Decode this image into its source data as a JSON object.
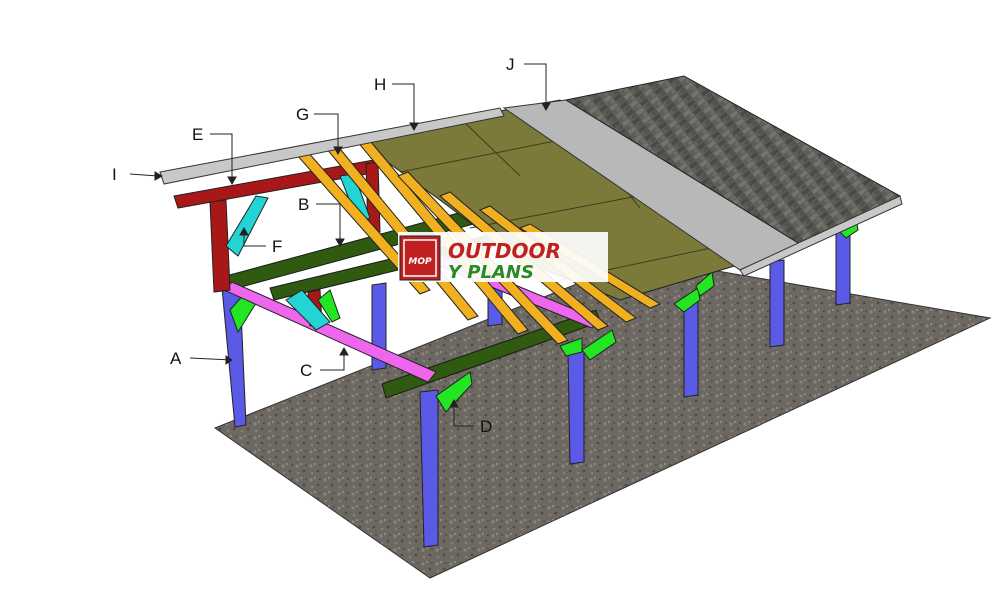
{
  "labels": {
    "A": "A",
    "B": "B",
    "C": "C",
    "D": "D",
    "E": "E",
    "F": "F",
    "G": "G",
    "H": "H",
    "I": "I",
    "J": "J"
  },
  "logo": {
    "badge": "MOP",
    "line1": "OUTDOOR",
    "line2": "Y PLANS"
  },
  "colors": {
    "ground": "#6b6760",
    "post": "#5a5ae6",
    "brace_green": "#22e622",
    "beam_dark_green": "#2f5a10",
    "beam_pink": "#ee66ee",
    "beam_red": "#a81818",
    "brace_cyan": "#22d4d4",
    "rafter": "#f0b020",
    "osb": "#7c7a3a",
    "felt": "#b8b8b8",
    "shingles": "#5c5a55",
    "logo_red": "#c02020",
    "logo_green": "#2a8a2a"
  }
}
